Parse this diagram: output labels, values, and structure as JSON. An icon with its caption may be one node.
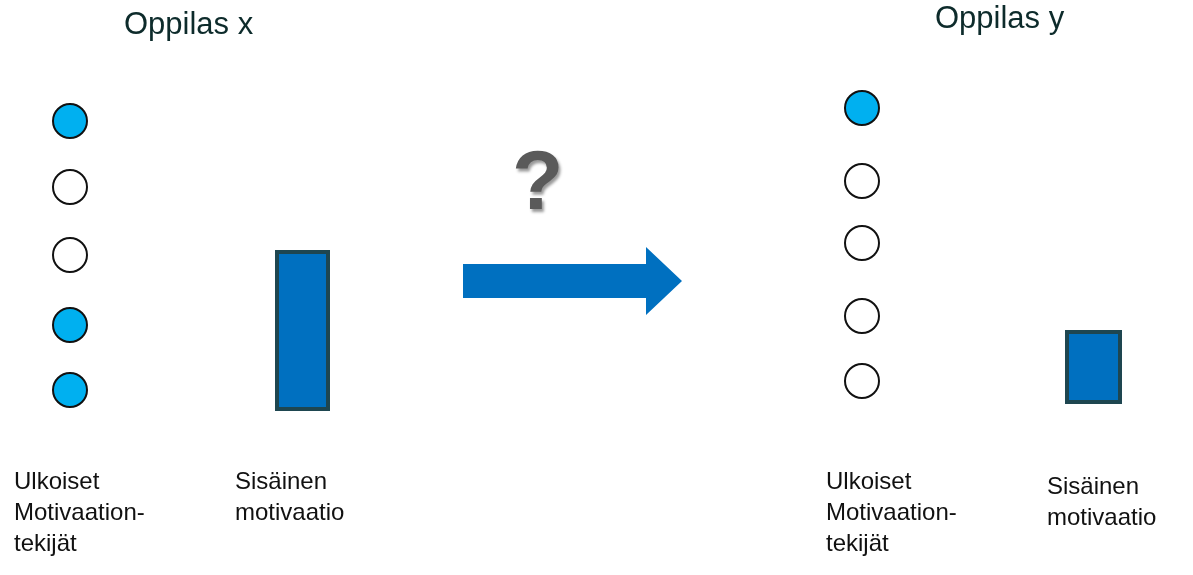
{
  "diagram": {
    "labels": [
      "Oppilas x",
      "Oppilas y",
      "?",
      "Ulkoiset Motivaation-tekijät",
      "Sisäinen motivaatio",
      "Ulkoiset Motivaation-tekijät",
      "Sisäinen motivaatio"
    ]
  }
}
